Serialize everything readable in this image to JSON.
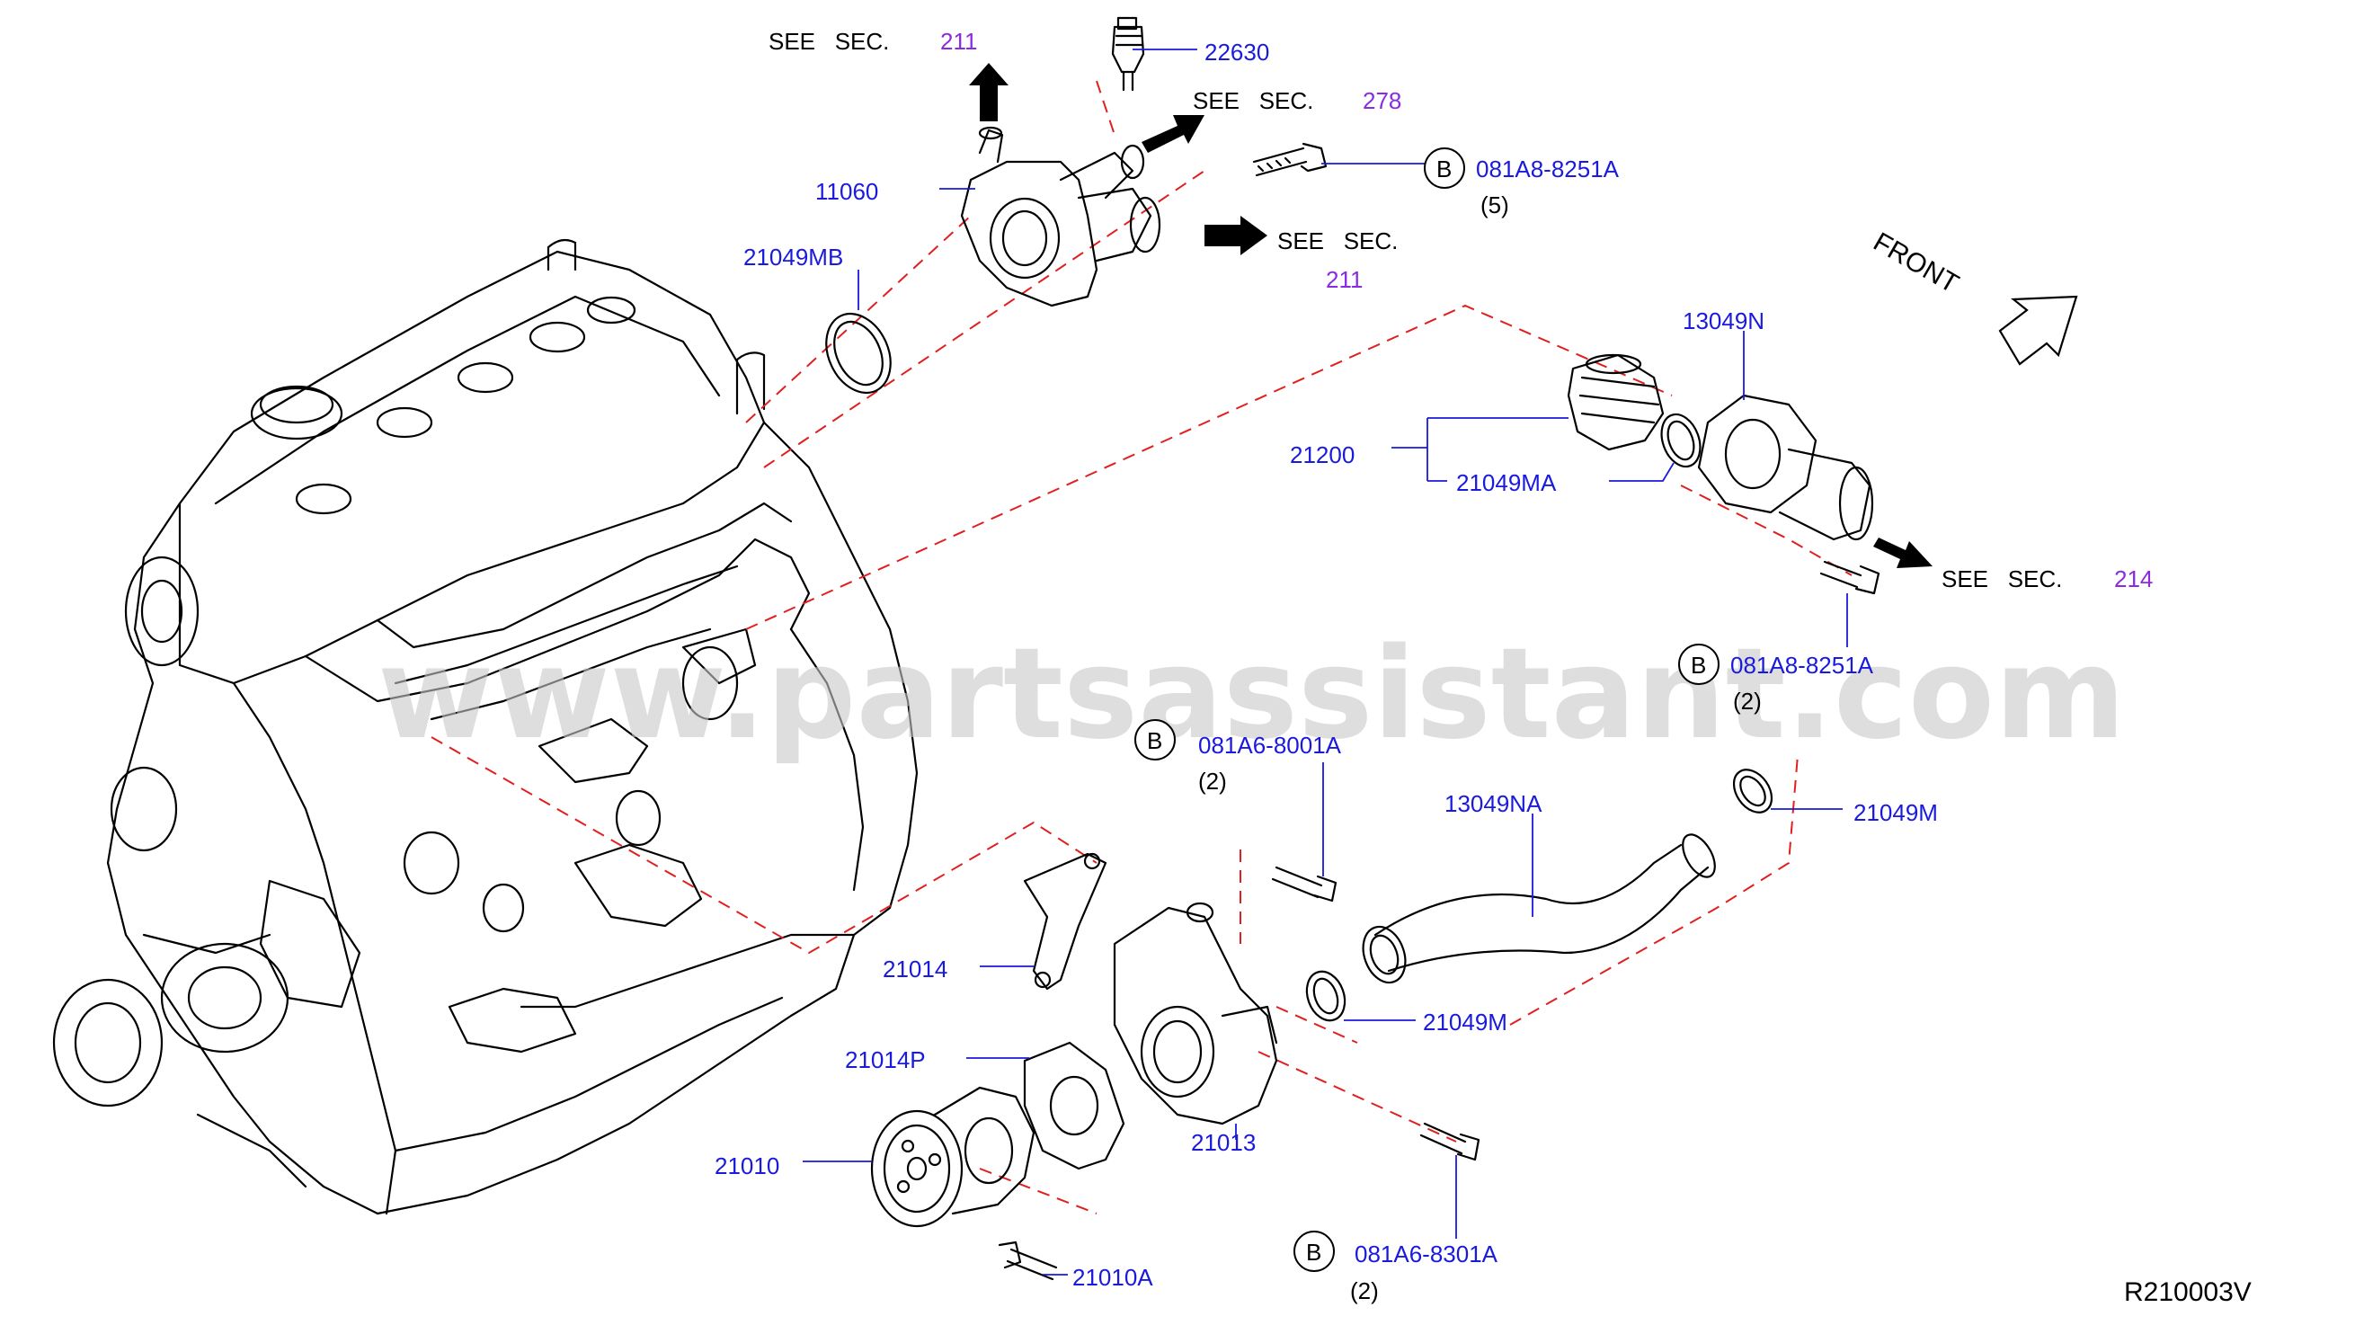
{
  "see_sec": {
    "prefix": "SEE   SEC.",
    "s211_top": "211",
    "s278": "278",
    "s211_mid": "211",
    "s214": "214"
  },
  "front_label": "FRONT",
  "watermark": "www.partsassistant.com",
  "diagram_id": "R210003V",
  "parts": {
    "p22630": "22630",
    "p11060": "11060",
    "p21049MB": "21049MB",
    "p13049N": "13049N",
    "p21200": "21200",
    "p21049MA": "21049MA",
    "p13049NA": "13049NA",
    "p21049M_a": "21049M",
    "p21049M_b": "21049M",
    "p21014": "21014",
    "p21014P": "21014P",
    "p21010": "21010",
    "p21013": "21013",
    "p21010A": "21010A"
  },
  "bolts": [
    {
      "badge": "B",
      "code": "081A8-8251A",
      "qty": "(5)"
    },
    {
      "badge": "B",
      "code": "081A8-8251A",
      "qty": "(2)"
    },
    {
      "badge": "B",
      "code": "081A6-8001A",
      "qty": "(2)"
    },
    {
      "badge": "B",
      "code": "081A6-8301A",
      "qty": "(2)"
    }
  ]
}
